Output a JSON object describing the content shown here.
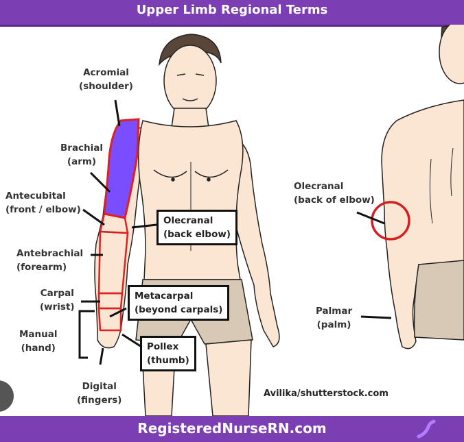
{
  "header": {
    "title": "Upper Limb Regional Terms"
  },
  "footer": {
    "site": "RegisteredNurseRN.com"
  },
  "credit": "Avilika/shutterstock.com",
  "labels": {
    "acromial": {
      "term": "Acromial",
      "desc": "(shoulder)"
    },
    "brachial": {
      "term": "Brachial",
      "desc": "(arm)"
    },
    "antecubital": {
      "term": "Antecubital",
      "desc": "(front / elbow)"
    },
    "antebrachial": {
      "term": "Antebrachial",
      "desc": "(forearm)"
    },
    "carpal": {
      "term": "Carpal",
      "desc": "(wrist)"
    },
    "manual": {
      "term": "Manual",
      "desc": "(hand)"
    },
    "digital": {
      "term": "Digital",
      "desc": "(fingers)"
    },
    "olecranal_front": {
      "term": "Olecranal",
      "desc": "(back elbow)"
    },
    "metacarpal": {
      "term": "Metacarpal",
      "desc": "(beyond carpals)"
    },
    "pollex": {
      "term": "Pollex",
      "desc": "(thumb)"
    },
    "olecranal_back": {
      "term": "Olecranal",
      "desc": "(back of elbow)"
    },
    "palmar": {
      "term": "Palmar",
      "desc": "(palm)"
    }
  },
  "colors": {
    "banner": "#7b3fb3",
    "highlight_fill": "#7a4dff",
    "outline_red": "#e02020",
    "skin": "#fbe6d4",
    "shorts": "#d8c8b6"
  }
}
